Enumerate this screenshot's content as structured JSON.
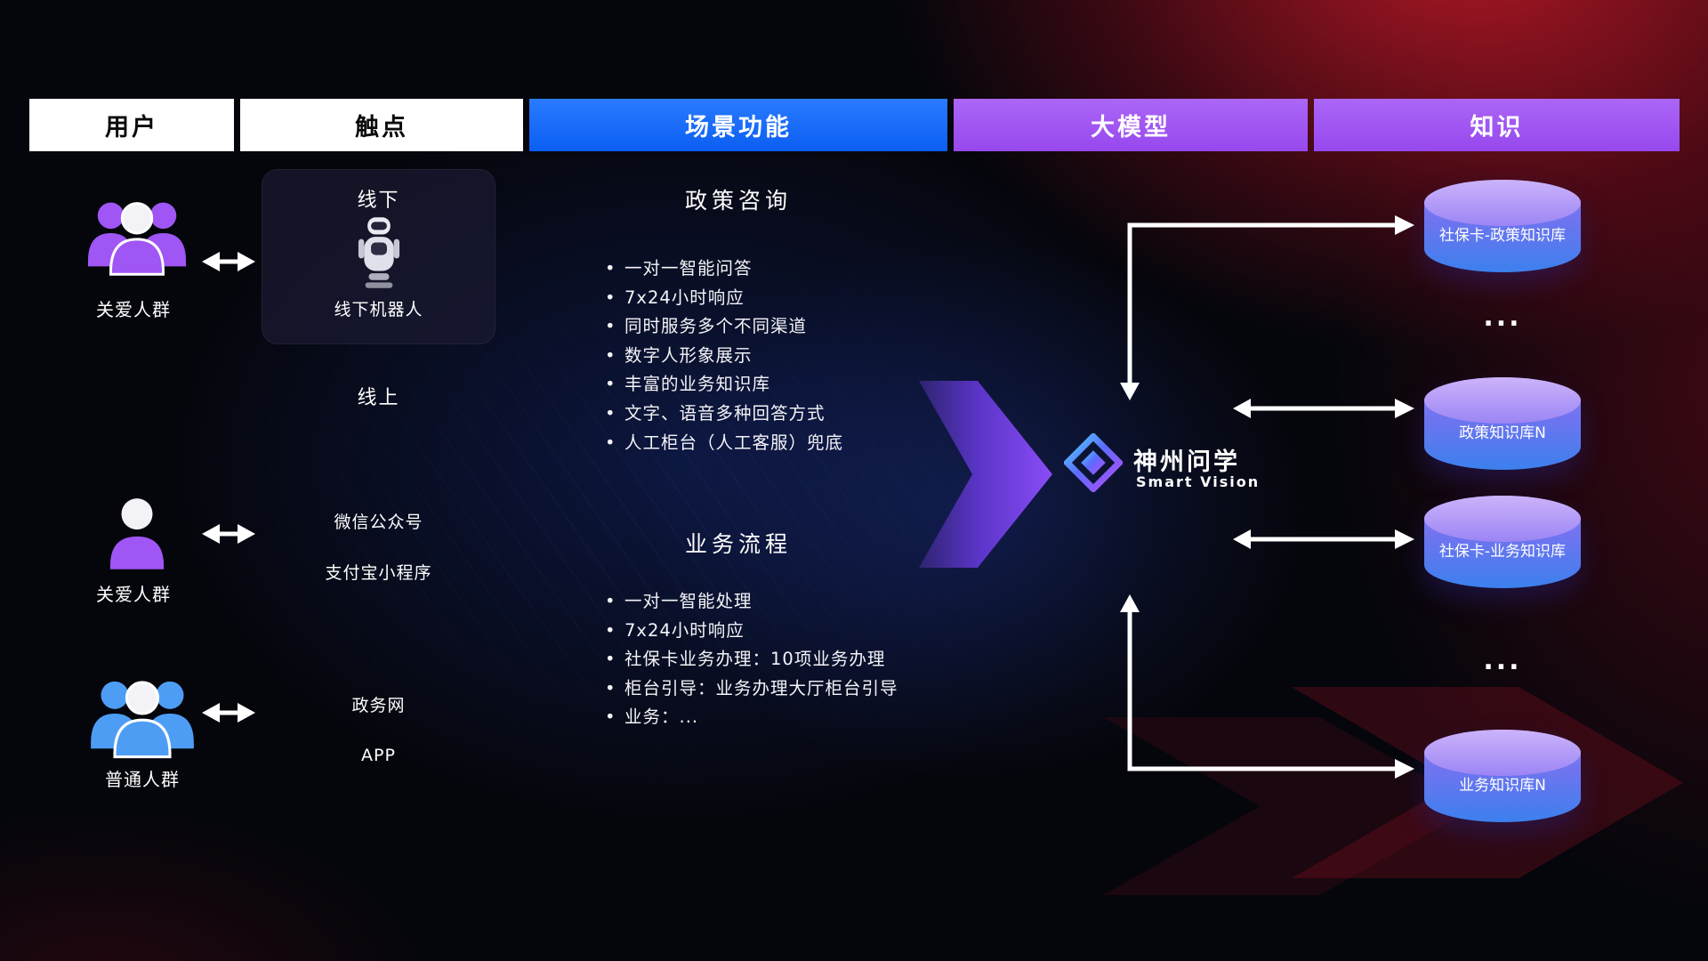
{
  "header": {
    "columns": {
      "users": "用户",
      "touchpoints": "触点",
      "functions": "场景功能",
      "model": "大模型",
      "knowledge": "知识"
    }
  },
  "users": {
    "group1": {
      "label": "关爱人群",
      "icon": "people-group-icon"
    },
    "group2": {
      "label": "关爱人群",
      "icon": "person-icon"
    },
    "group3": {
      "label": "普通人群",
      "icon": "people-group-icon"
    }
  },
  "touchpoints": {
    "offline": {
      "title": "线下",
      "robot_label": "线下机器人",
      "icon": "robot-icon"
    },
    "online": {
      "title": "线上",
      "channels": [
        "微信公众号",
        "支付宝小程序"
      ]
    },
    "gov": {
      "channels": [
        "政务网",
        "APP"
      ]
    }
  },
  "functions": {
    "policy": {
      "title": "政策咨询",
      "items": [
        "一对一智能问答",
        "7x24小时响应",
        "同时服务多个不同渠道",
        "数字人形象展示",
        "丰富的业务知识库",
        "文字、语音多种回答方式",
        "人工柜台（人工客服）兜底"
      ]
    },
    "business": {
      "title": "业务流程",
      "items": [
        "一对一智能处理",
        "7x24小时响应",
        "社保卡业务办理：10项业务办理",
        "柜台引导：业务办理大厅柜台引导",
        "业务：..."
      ]
    }
  },
  "brand": {
    "name": "神州问学",
    "subtitle": "Smart Vision",
    "icon": "diamond-logo-icon"
  },
  "knowledge": {
    "db1": "社保卡-政策知识库",
    "ellipsis1": "...",
    "db2": "政策知识库N",
    "db3": "社保卡-业务知识库",
    "ellipsis2": "...",
    "db4": "业务知识库N"
  },
  "colors": {
    "header_white": "#ffffff",
    "header_blue": "#0e6ef8",
    "header_purple": "#a155f2",
    "people_purple": "#a055f5",
    "people_blue": "#4d9df5",
    "cylinder_top": "#c9b0fb",
    "cylinder_body_start": "#8f7af2",
    "cylinder_body_end": "#3c80ee",
    "flow_arrow_purple": "#8a4cf7",
    "connector_white": "#ffffff",
    "bg_red_glow": "#c81c2d",
    "bg_blue_glow": "#18308c"
  }
}
